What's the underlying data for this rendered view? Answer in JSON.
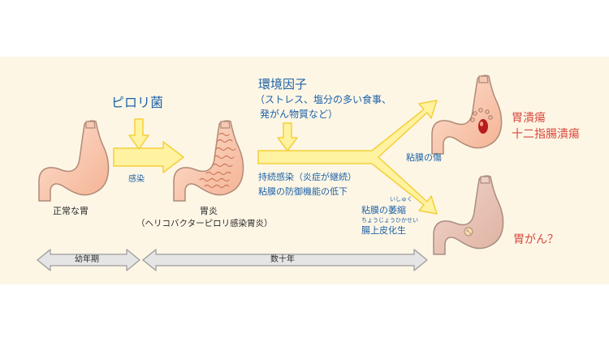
{
  "labels": {
    "pylori": "ピロリ菌",
    "infection": "感染",
    "env_title": "環境因子",
    "env_detail_1": "（ストレス、塩分の多い食事、",
    "env_detail_2": "発がん物質など）",
    "chronic_1": "持続感染（炎症が継続）",
    "chronic_2": "粘膜の防御機能の低下",
    "mucosa_injury": "粘膜の傷",
    "atrophy": "粘膜の萎縮",
    "atrophy_ruby": "いしゅく",
    "metaplasia": "腸上皮化生",
    "metaplasia_ruby": "ちょうじょうひかせい",
    "normal": "正常な胃",
    "gastritis": "胃炎",
    "gastritis_note": "（ヘリコバクターピロリ感染胃炎）",
    "ulcer_1": "胃潰瘍",
    "ulcer_2": "十二指腸潰瘍",
    "cancer": "胃がん？"
  },
  "timeline": {
    "childhood": "幼年期",
    "decades": "数十年"
  },
  "colors": {
    "band": "#fdf6e5",
    "arrow_fill": "#fff2a0",
    "arrow_stroke": "#f3cf3a",
    "label_blue": "#1f63a8",
    "label_red": "#d9473b",
    "stomach_fill": "#f9c7ad",
    "stomach_stroke": "#b08a77",
    "cancer_stomach": "#e8c4b6",
    "timeline_fill": "#e5e5e5",
    "timeline_stroke": "#9a9a9a"
  }
}
